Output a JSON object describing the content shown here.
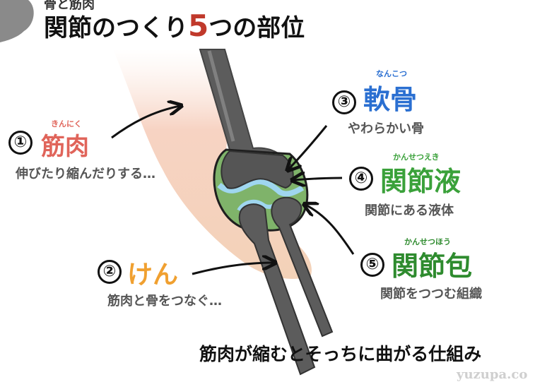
{
  "header": {
    "small_title": "骨と筋肉",
    "title_part1": "関節のつくり",
    "title_number": "5",
    "title_part2": "つの部位"
  },
  "labels": [
    {
      "number": "①",
      "ruby": "きんにく",
      "name": "筋肉",
      "desc": "伸びたり縮んだりする…"
    },
    {
      "number": "②",
      "ruby": "",
      "name": "けん",
      "desc": "筋肉と骨をつなぐ…"
    },
    {
      "number": "③",
      "ruby": "なんこつ",
      "name": "軟骨",
      "desc": "やわらかい骨"
    },
    {
      "number": "④",
      "ruby": "かんせつえき",
      "name": "関節液",
      "desc": "関節にある液体"
    },
    {
      "number": "⑤",
      "ruby": "かんせつほう",
      "name": "関節包",
      "desc": "関節をつつむ組織"
    }
  ],
  "footer": {
    "caption": "筋肉が縮むとそっちに曲がる仕組み",
    "watermark": "yuzupa.co"
  },
  "colors": {
    "muscle": "#e0645a",
    "tendon": "#f0a030",
    "cartilage": "#2a6fd1",
    "fluid": "#3aa13a",
    "capsule": "#2e8b2e",
    "title_number": "#c0392b"
  }
}
